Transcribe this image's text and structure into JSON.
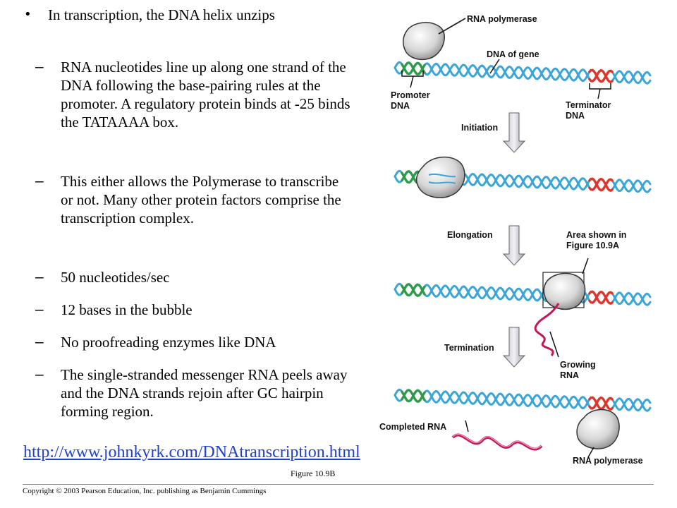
{
  "main_bullet": "In transcription, the DNA helix unzips",
  "sub_bullets": [
    "RNA nucleotides line up along one strand of the DNA following the base-pairing rules at the promoter. A regulatory protein binds at -25 binds the TATAAAA box.",
    "This either allows the Polymerase to transcribe or not. Many other protein factors comprise the transcription complex.",
    "50 nucleotides/sec",
    "12 bases in the bubble",
    "No proofreading enzymes like DNA",
    "The single-stranded messenger RNA peels away and the DNA strands rejoin after GC hairpin forming region."
  ],
  "link": "http://www.johnkyrk.com/DNAtranscription.html",
  "figure_caption": "Figure 10.9B",
  "copyright": "Copyright © 2003 Pearson Education, Inc. publishing as Benjamin Cummings",
  "diagram": {
    "labels": {
      "rna_polymerase_top": "RNA polymerase",
      "dna_of_gene": "DNA of gene",
      "promoter_dna": "Promoter DNA",
      "terminator_dna": "Terminator DNA",
      "initiation": "Initiation",
      "elongation": "Elongation",
      "area_shown": "Area shown in Figure 10.9A",
      "termination": "Termination",
      "growing_rna": "Growing RNA",
      "completed_rna": "Completed RNA",
      "rna_polymerase_bottom": "RNA polymerase"
    }
  },
  "colors": {
    "dna_strand": "#3aa6d8",
    "promoter": "#2e9a4a",
    "terminator": "#e0342c",
    "rna": "#c2185b",
    "link": "#1f3fd0"
  },
  "sub_bullet_marker": "–",
  "bullet_marker": "•"
}
